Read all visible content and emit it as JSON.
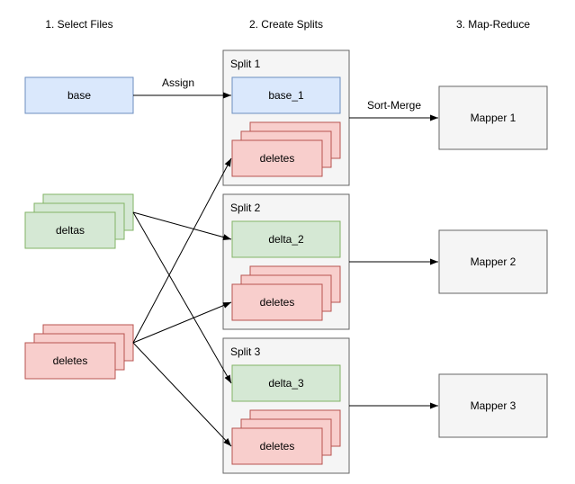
{
  "colors": {
    "blue_fill": "#dae8fc",
    "blue_stroke": "#6c8ebf",
    "green_fill": "#d5e8d4",
    "green_stroke": "#82b366",
    "red_fill": "#f8cecc",
    "red_stroke": "#b85450",
    "grey_fill": "#f5f5f5",
    "grey_stroke": "#666666"
  },
  "headers": {
    "step1": "1. Select Files",
    "step2": "2. Create Splits",
    "step3": "3. Map-Reduce"
  },
  "inputs": {
    "base": "base",
    "deltas": "deltas",
    "deletes": "deletes"
  },
  "splits": [
    {
      "title": "Split 1",
      "file": "base_1",
      "deletes": "deletes"
    },
    {
      "title": "Split 2",
      "file": "delta_2",
      "deletes": "deletes"
    },
    {
      "title": "Split 3",
      "file": "delta_3",
      "deletes": "deletes"
    }
  ],
  "mappers": [
    "Mapper 1",
    "Mapper 2",
    "Mapper 3"
  ],
  "edge_labels": {
    "assign": "Assign",
    "sort_merge": "Sort-Merge"
  }
}
